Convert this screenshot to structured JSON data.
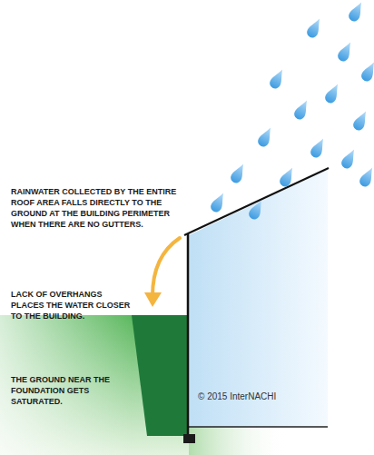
{
  "diagram": {
    "labels": [
      "RAINWATER COLLECTED BY THE ENTIRE ROOF AREA FALLS DIRECTLY TO THE GROUND AT THE BUILDING PERIMETER WHEN THERE ARE NO GUTTERS.",
      "LACK OF OVERHANGS PLACES THE WATER CLOSER TO THE BUILDING.",
      "THE GROUND NEAR THE FOUNDATION GETS SATURATED.",
      "© 2015 InterNACHI"
    ]
  }
}
